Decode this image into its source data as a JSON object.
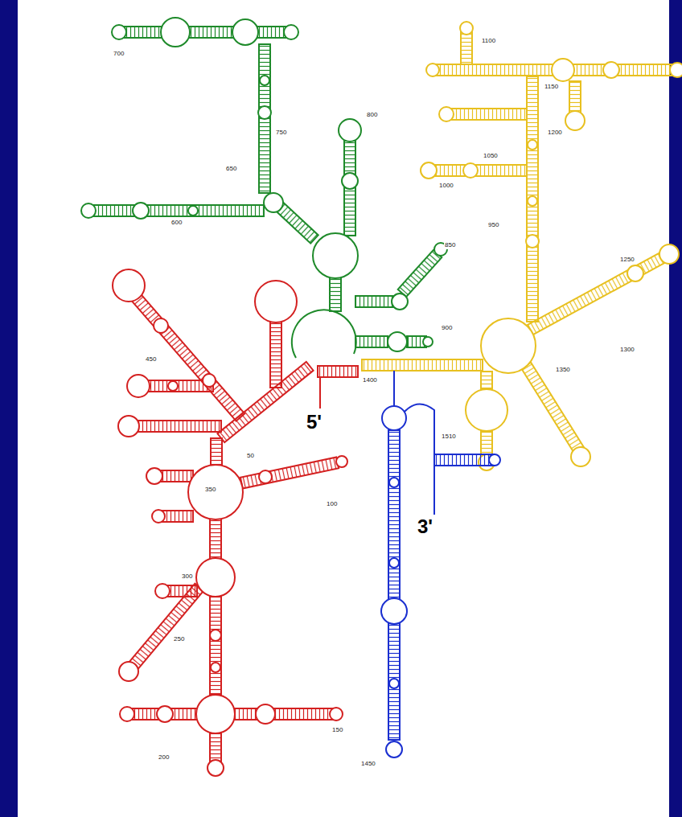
{
  "diagram": {
    "labels": [
      "700",
      "750",
      "650",
      "600",
      "800",
      "850",
      "900",
      "1100",
      "1150",
      "1200",
      "1050",
      "1000",
      "950",
      "1250",
      "1300",
      "1350",
      "1400",
      "1510",
      "1450",
      "450",
      "50",
      "350",
      "100",
      "300",
      "250",
      "150",
      "200",
      "5'",
      "3'"
    ]
  }
}
